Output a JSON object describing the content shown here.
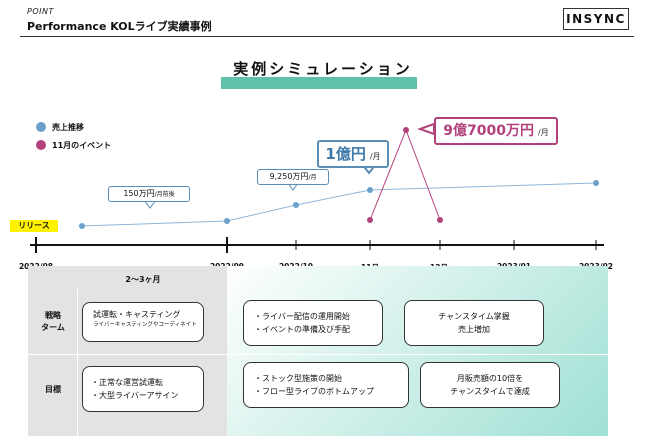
{
  "header": {
    "point": "POINT",
    "title": "Performance KOLライブ実績事例",
    "logo": "INSYNC"
  },
  "simulation_title": "実例シミュレーション",
  "legend": [
    {
      "label": "売上推移",
      "color": "#6b9fc9"
    },
    {
      "label": "11月のイベント",
      "color": "#b3427c"
    }
  ],
  "release_label": "リリース",
  "callouts": {
    "c1_value": "150万円",
    "c1_unit": "/月前後",
    "c2_value": "9,250万円",
    "c2_unit": "/月",
    "c3_value": "1億円",
    "c3_unit": "/月",
    "c4_value": "9億7000万円",
    "c4_unit": "/月"
  },
  "timeline": {
    "labels": [
      "2022/08",
      "2022/09",
      "2022/10",
      "11月",
      "12月",
      "2023/01",
      "2023/02"
    ]
  },
  "chart_data": {
    "type": "line",
    "x": [
      "2022/08",
      "2022/09",
      "2022/10",
      "11月",
      "12月",
      "2023/01",
      "2023/02"
    ],
    "series": [
      {
        "name": "売上推移",
        "color": "#6b9fc9",
        "points": [
          {
            "x": "2022/08",
            "y": 150
          },
          {
            "x": "2022/09",
            "y": 300
          },
          {
            "x": "2022/10",
            "y": 9250
          },
          {
            "x": "11月",
            "y": 10000
          },
          {
            "x": "2023/02",
            "y": 10200
          }
        ]
      },
      {
        "name": "11月のイベント",
        "color": "#b3427c",
        "points": [
          {
            "x": "11月",
            "y": 0
          },
          {
            "x": "11月-12月",
            "y": 97000
          },
          {
            "x": "12月",
            "y": 0
          }
        ]
      }
    ],
    "unit": "万円/月",
    "grid": false,
    "legend": "top-left"
  },
  "table": {
    "period_label": "2〜3ヶ月",
    "row_labels": {
      "strategy_line1": "戦略",
      "strategy_line2": "ターム",
      "goal": "目標"
    },
    "strategy": [
      {
        "line1": "試運転・キャスティング",
        "line2": "ライバーキャスティングやコーディネイト"
      },
      {
        "line1": "・ライバー配信の運用開始",
        "line2": "・イベントの準備及び手配"
      },
      {
        "line1": "チャンスタイム掌握",
        "line2": "売上増加"
      }
    ],
    "goal": [
      {
        "line1": "・正常な運営試運転",
        "line2": "・大型ライバーアサイン"
      },
      {
        "line1": "・ストック型施策の開始",
        "line2": "・フロー型ライブのボトムアップ"
      },
      {
        "line1": "月販売額の10倍を",
        "line2": "チャンスタイムで達成"
      }
    ]
  }
}
